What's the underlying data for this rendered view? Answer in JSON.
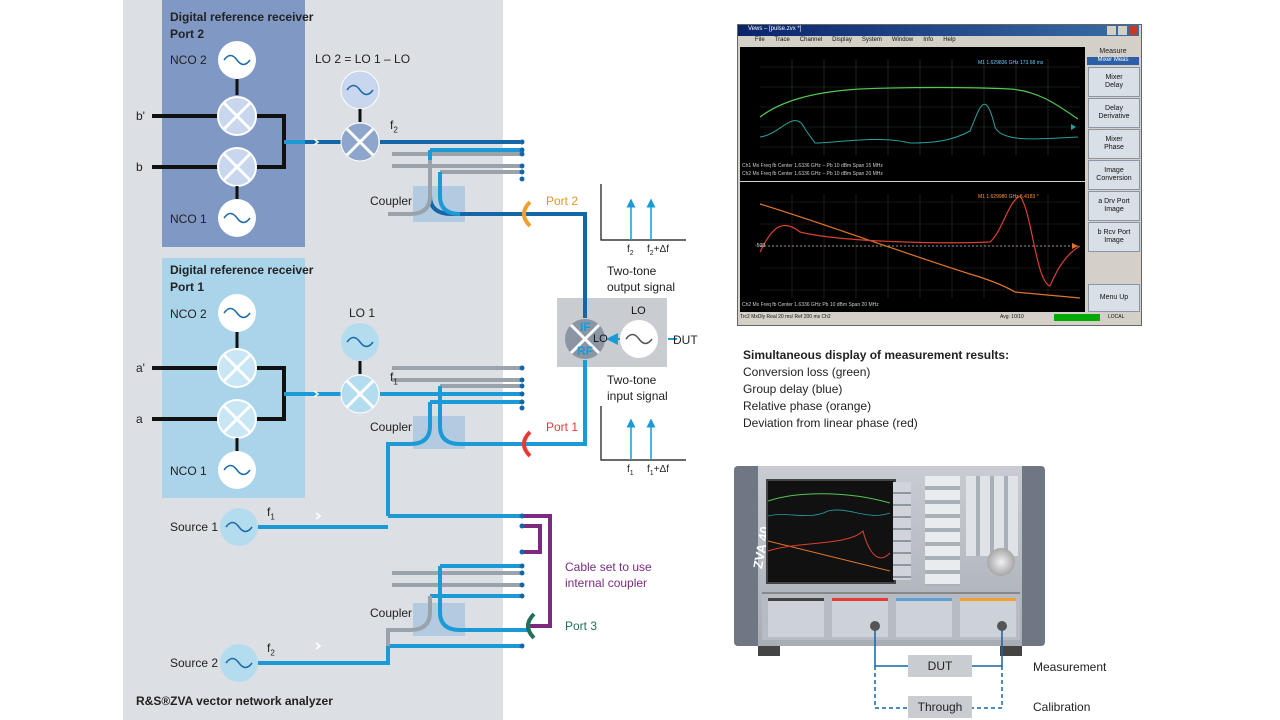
{
  "rx2": {
    "title_line1": "Digital reference receiver",
    "title_line2": "Port 2",
    "nco2": "NCO 2",
    "nco1": "NCO 1"
  },
  "rx1": {
    "title_line1": "Digital reference receiver",
    "title_line2": "Port 1",
    "nco2": "NCO 2",
    "nco1": "NCO 1"
  },
  "inputs": {
    "bprime": "b'",
    "b": "b",
    "aprime": "a'",
    "a": "a"
  },
  "lo2_label": "LO 2 = LO 1 – LO",
  "lo1_label": "LO 1",
  "f2": "f",
  "f2_sub": "2",
  "f1": "f",
  "f1_sub": "1",
  "coupler": "Coupler",
  "ports": {
    "p2": "Port 2",
    "p1": "Port 1",
    "p3": "Port 3"
  },
  "sources": {
    "s1": "Source 1",
    "s2": "Source 2"
  },
  "cable_line1": "Cable set to use",
  "cable_line2": "internal coupler",
  "analyzer_label": "R&S®ZVA vector network analyzer",
  "dut": {
    "label": "DUT",
    "if": "IF",
    "rf": "RF",
    "lo": "LO",
    "lo2": "LO"
  },
  "spectrum_out": {
    "t1": "f",
    "t1_sub": "2",
    "t2": "f",
    "t2_sub": "2",
    "t2_suffix": "+Δf",
    "line1": "Two-tone",
    "line2": "output signal"
  },
  "spectrum_in": {
    "t1": "f",
    "t1_sub": "1",
    "t2": "f",
    "t2_sub": "1",
    "t2_suffix": "+Δf",
    "line1": "Two-tone",
    "line2": "input signal"
  },
  "results": {
    "heading": "Simultaneous display of measurement results:",
    "items": [
      "Conversion loss (green)",
      "Group delay (blue)",
      "Relative phase (orange)",
      "Deviation from linear phase (red)"
    ]
  },
  "screenshot": {
    "title": "Vews – [pulse.zvx *]",
    "menus": [
      "File",
      "Trace",
      "Channel",
      "Display",
      "System",
      "Window",
      "Info",
      "Help"
    ],
    "panel_title": "Measure",
    "panel_sub": "Mixer Meas",
    "softkeys": [
      {
        "l1": "Mixer",
        "l2": "Delay"
      },
      {
        "l1": "Delay",
        "l2": "Derivative"
      },
      {
        "l1": "Mixer",
        "l2": "Phase"
      },
      {
        "l1": "Image",
        "l2": "Conversion"
      },
      {
        "l1": "a Drv Port",
        "l2": "Image"
      },
      {
        "l1": "b Rcv Port",
        "l2": "Image"
      },
      {
        "l1": "Menu Up",
        "l2": ""
      }
    ],
    "ch1_line": "Ch1  Mx Freq fb  Center 1.6336 GHz –            Pb  10 dBm                         Span  15 MHz",
    "ch2_line": "Ch2  Mx Freq fb  Center 1.6336 GHz –            Pb  10 dBm                         Span  20 MHz",
    "ch2b_line": "Ch2  Mx Freq fb  Center 1.6336 GHz              Pb  10 dBm                         Span  20 MHz",
    "status_left": "Trc2   MxDly   Real   20 ms/ Ref 200 ms  Ch2",
    "status_avg": "Avg: 10/10",
    "status_local": "LOCAL",
    "marker_top": "M1  1.629836 GHz  173.68 ms",
    "marker_bot": "M1  1.629980 GHz   5.4183 °",
    "ref_mid": "-500"
  },
  "instrument": {
    "brand": "ZVA 40",
    "dut": "DUT",
    "through": "Through",
    "measurement": "Measurement",
    "calibration": "Calibration"
  }
}
